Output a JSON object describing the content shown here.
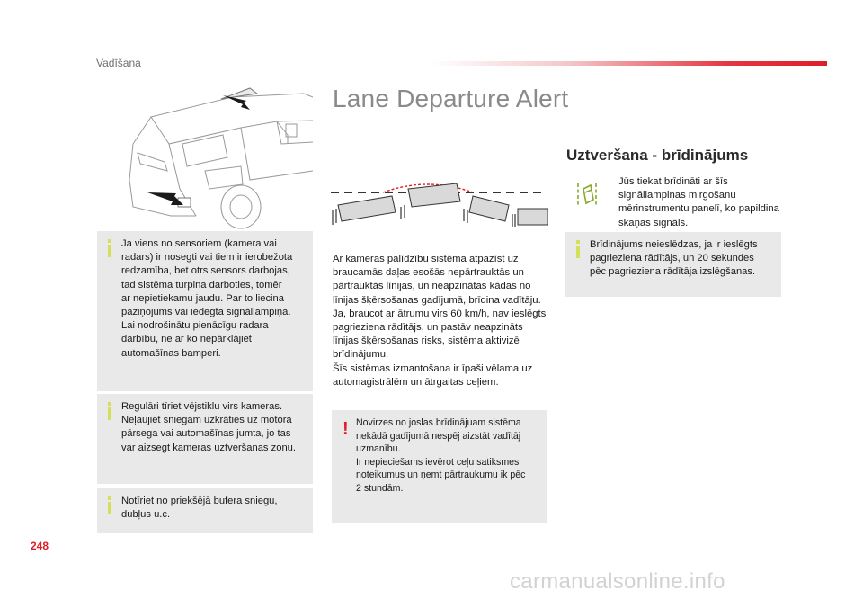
{
  "header": {
    "section": "Vadīšana",
    "accent_color": "#e01e2a"
  },
  "page_title": "Lane Departure Alert",
  "sub_title": "Uztveršana - brīdinājums",
  "notes_left": [
    {
      "text": "Ja viens no sensoriem (kamera vai\nradars) ir nosegti vai tiem ir ierobežota\nredzamība, bet otrs sensors darbojas,\ntad sistēma turpina darboties, tomēr\nar nepietiekamu jaudu. Par to liecina\npaziņojums vai iedegta signāllampiņa.\nLai nodrošinātu pienācīgu radara\ndarbību, ne ar ko nepārklājiet\nautomašīnas bamperi."
    },
    {
      "text": "Regulāri tīriet vējstiklu virs kameras.\nNeļaujiet sniegam uzkrāties uz motora\npārsega vai automašīnas jumta, jo tas\nvar aizsegt kameras uztveršanas zonu."
    },
    {
      "text": "Notīriet no priekšējā bufera sniegu,\ndubļus u.c."
    }
  ],
  "body_text": "Ar kameras palīdzību sistēma atpazīst uz\nbraucamās daļas esošās nepārtrauktās un\npārtrauktās līnijas, un neapzinātas kādas no\nlīnijas šķērsošanas gadījumā, brīdina vadītāju.\nJa, braucot ar ātrumu virs 60 km/h, nav ieslēgts\npagrieziena rādītājs, un pastāv neapzināts\nlīnijas šķērsošanas risks, sistēma aktivizē\nbrīdinājumu.\nŠīs sistēmas izmantošana ir īpaši vēlama uz\nautomaģistrālēm un ātrgaitas ceļiem.",
  "warning_note": {
    "mark": "!",
    "text": "Novirzes no joslas brīdinājuam sistēma\nnekādā gadījumā nespēj aizstāt vadītāj\nuzmanību.\nIr nepieciešams ievērot ceļu satiksmes\nnoteikumus un ņemt pārtraukumu ik pēc\n2 stundām."
  },
  "warning_indicator": {
    "icon": "lane-departure-warning-icon",
    "text": "Jūs tiekat brīdināti ar šīs signāllampiņas mirgošanu mērinstrumentu panelī, ko papildina skaņas signāls."
  },
  "info_note_right": {
    "text": "Brīdinājums neieslēdzas, ja ir ieslēgts\npagrieziena rādītājs, un 20 sekundes\npēc pagrieziena rādītāja izslēgšanas."
  },
  "page_number": "248",
  "watermark": "carmanualsonline.info"
}
